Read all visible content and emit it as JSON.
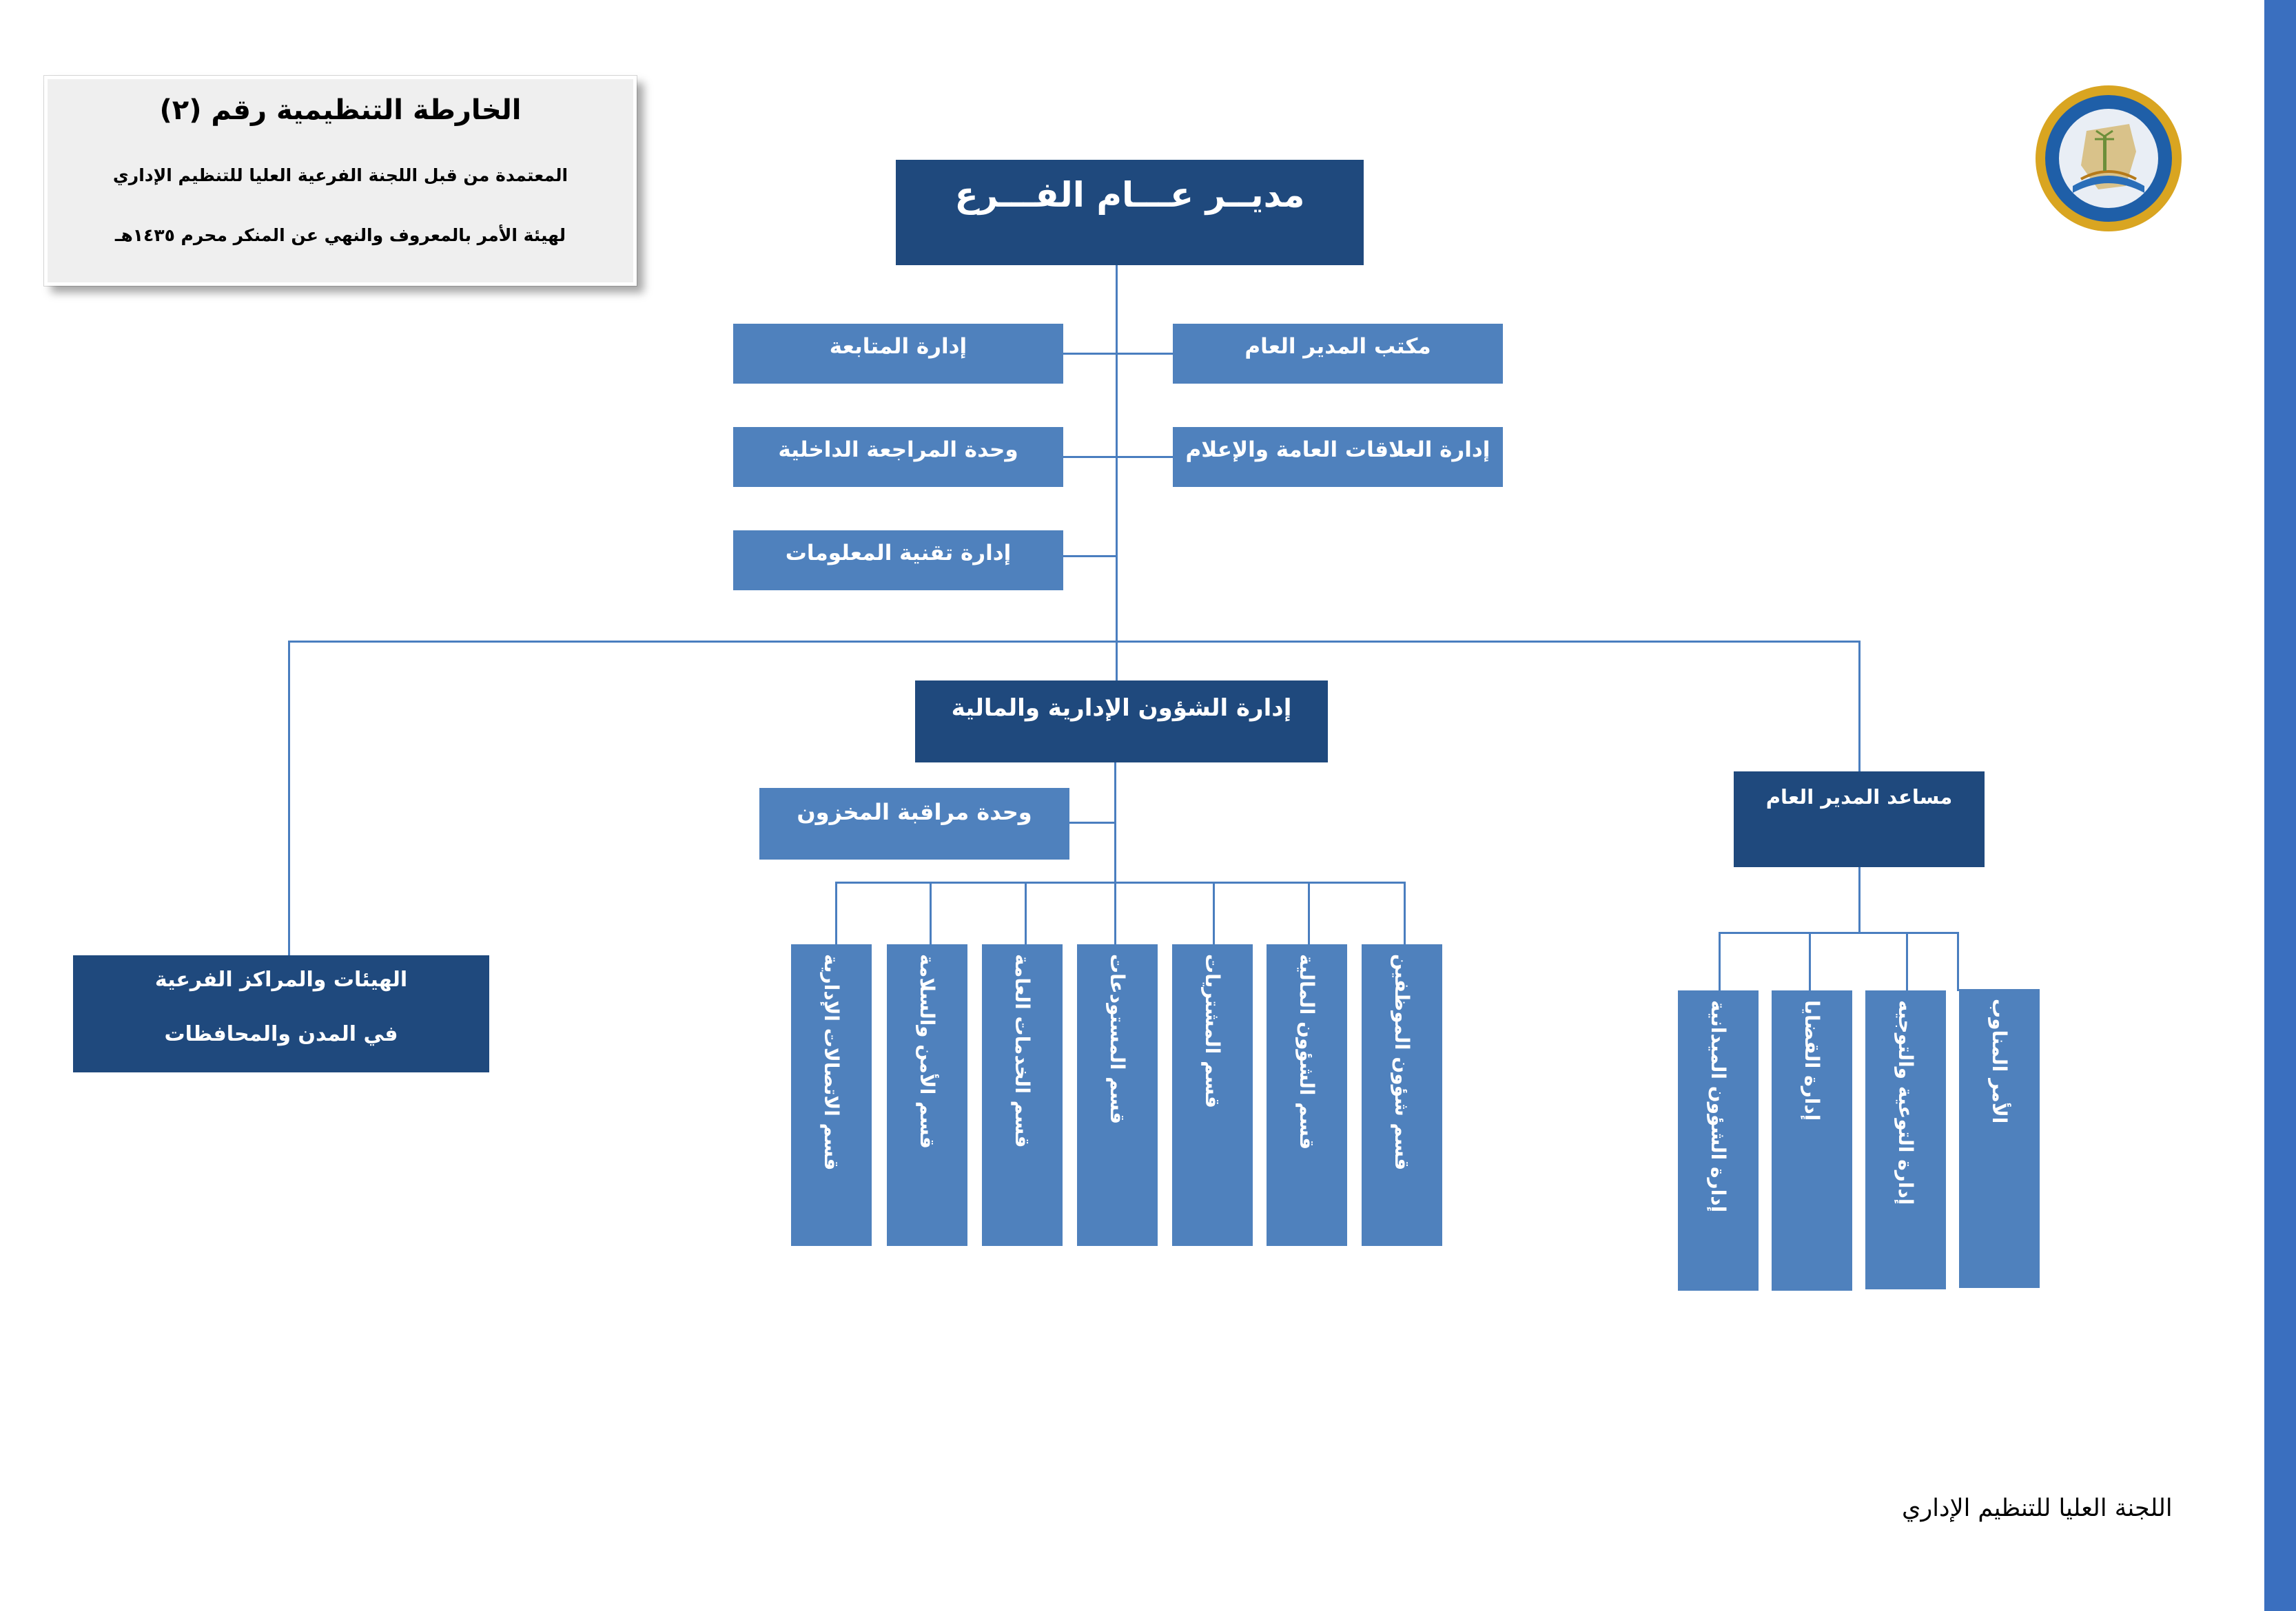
{
  "caption": {
    "title": "الخارطة التنظيمية رقم (٢)",
    "line1": "المعتمدة من قبل اللجنة الفرعية العليا للتنظيم الإداري",
    "line2": "لهيئة الأمر بالمعروف والنهي عن المنكر محرم ١٤٣٥هـ"
  },
  "top": {
    "director": "مديــر عـــام الفـــرع"
  },
  "staff": {
    "followup": "إدارة المتابعة",
    "gm_office": "مكتب المدير العام",
    "internal_audit": "وحدة المراجعة الداخلية",
    "public_relations": "إدارة العلاقات العامة والإعلام",
    "it": "إدارة تقنية المعلومات"
  },
  "admin_finance": {
    "title": "إدارة الشؤون الإدارية والمالية",
    "inventory_unit": "وحدة مراقبة المخزون",
    "sections": [
      "قسم الاتصالات الإدارية",
      "قسم الأمن والسلامة",
      "قسم الخدمات العامة",
      "قسم المستودعات",
      "قسم المشتريات",
      "قسم الشؤون المالية",
      "قسم شؤون الموظفين"
    ]
  },
  "assistant": {
    "title": "مساعد المدير العام",
    "departments": [
      "إدارة الشؤون الميدانية",
      "إدارة القضايا",
      "إدارة التوعية والتوجيه",
      "الأمر المناوب"
    ]
  },
  "branches": {
    "line1": "الهيئات والمراكز الفرعية",
    "line2": "في المدن والمحافظات"
  },
  "footer": "اللجنة العليا للتنظيم الإداري",
  "colors": {
    "dark": "#1f497d",
    "light": "#4f81bd",
    "line": "#4a7ebf",
    "right_bar": "#3a6fbf"
  }
}
